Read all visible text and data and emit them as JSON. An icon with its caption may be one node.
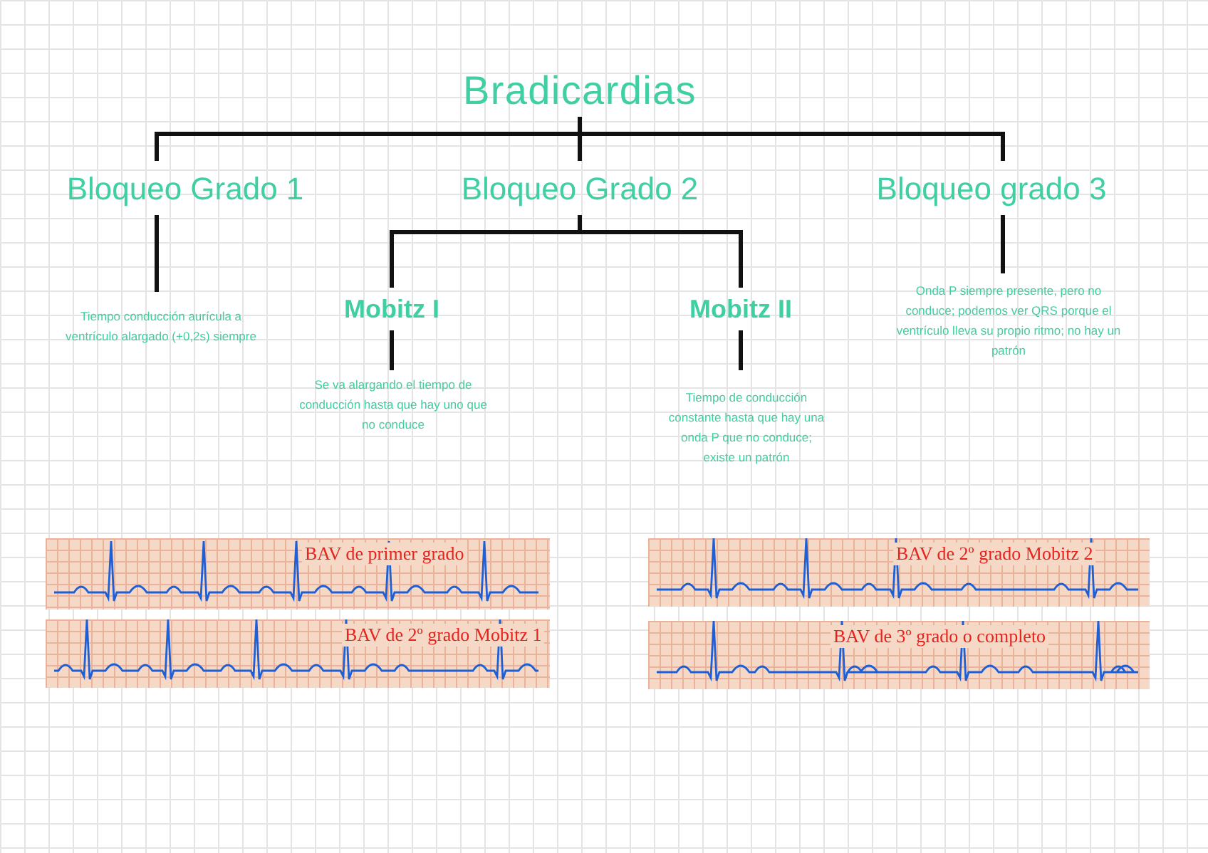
{
  "diagram": {
    "nodes": [
      {
        "text": [
          "Bradicardias"
        ]
      },
      {
        "text": [
          "Bloqueo Grado 1"
        ]
      },
      {
        "text": [
          "Bloqueo Grado 2"
        ]
      },
      {
        "text": [
          "Bloqueo grado 3"
        ]
      },
      {
        "text": [
          "Tiempo conducción aurícula a ventrículo alargado (+0,2s) siempre"
        ]
      },
      {
        "text": [
          "Mobitz I"
        ]
      },
      {
        "text": [
          "Mobitz II"
        ]
      },
      {
        "text": [
          "Se va alargando el tiempo de conducción hasta que hay uno que no conduce"
        ]
      },
      {
        "text": [
          "Tiempo de conducción constante hasta que hay una onda P que no conduce; existe un patrón"
        ]
      },
      {
        "text": [
          "Onda P siempre presente, pero no conduce; podemos ver QRS porque el ventrículo lleva su propio ritmo; no hay un patrón"
        ]
      },
      {
        "text": [
          "BAV de primer grado"
        ]
      },
      {
        "text": [
          "BAV de 2º grado Mobitz 1"
        ]
      },
      {
        "text": [
          "BAV de 2º grado Mobitz 2"
        ]
      },
      {
        "text": [
          "BAV de 3º grado o completo"
        ]
      }
    ],
    "edges": [
      {
        "from": 0,
        "to": 1,
        "arrow": "none"
      },
      {
        "from": 0,
        "to": 2,
        "arrow": "none"
      },
      {
        "from": 0,
        "to": 3,
        "arrow": "none"
      },
      {
        "from": 1,
        "to": 4,
        "arrow": "none"
      },
      {
        "from": 2,
        "to": 5,
        "arrow": "none"
      },
      {
        "from": 2,
        "to": 6,
        "arrow": "none"
      },
      {
        "from": 5,
        "to": 7,
        "arrow": "none"
      },
      {
        "from": 6,
        "to": 8,
        "arrow": "none"
      },
      {
        "from": 3,
        "to": 9,
        "arrow": "none"
      }
    ]
  }
}
